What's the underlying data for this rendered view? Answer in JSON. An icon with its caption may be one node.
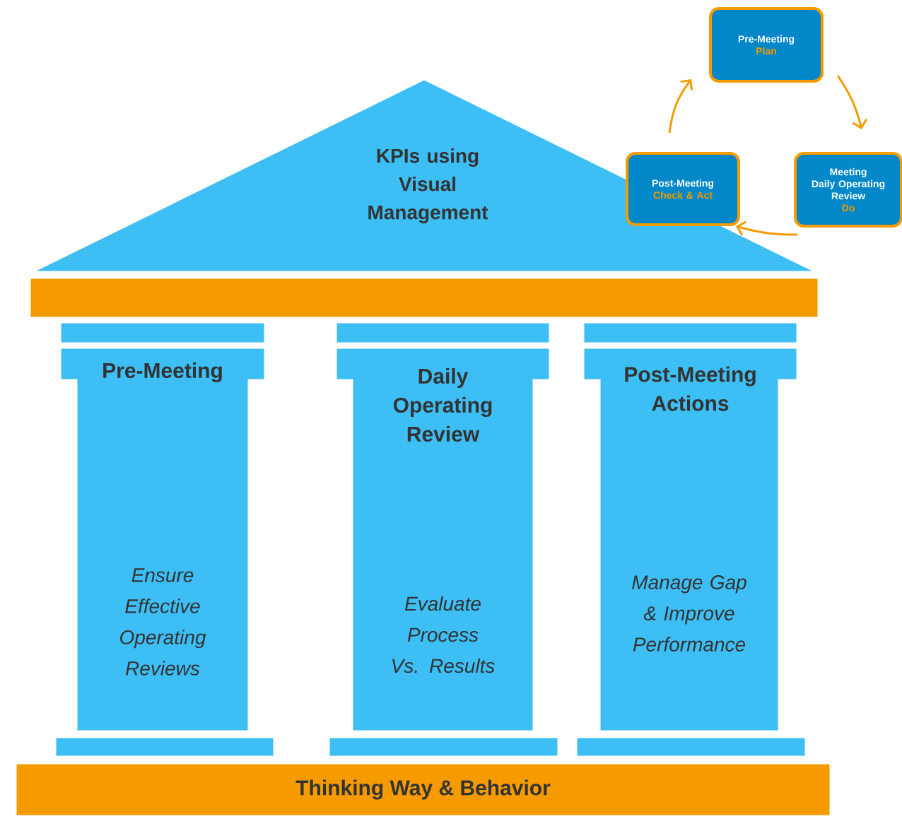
{
  "diagram": {
    "nodes": [
      {
        "text": [
          "KPIs using Visual Management"
        ]
      },
      {
        "text": [
          "Pre-Meeting",
          "Ensure Effective Operating Reviews"
        ]
      },
      {
        "text": [
          "Daily Operating Review",
          "Evaluate Process Vs. Results"
        ]
      },
      {
        "text": [
          "Post-Meeting Actions",
          "Manage Gap & Improve Performance"
        ]
      },
      {
        "text": [
          "Thinking Way & Behavior"
        ]
      },
      {
        "text": [
          "Pre-Meeting",
          "Plan"
        ]
      },
      {
        "text": [
          "Meeting",
          "Daily Operating Review",
          "Do"
        ]
      },
      {
        "text": [
          "Post-Meeting",
          "Check & Act"
        ]
      }
    ],
    "edges": [
      {
        "from": 5,
        "to": 6,
        "arrow": "to"
      },
      {
        "from": 6,
        "to": 7,
        "arrow": "to"
      },
      {
        "from": 7,
        "to": 5,
        "arrow": "to"
      }
    ]
  }
}
